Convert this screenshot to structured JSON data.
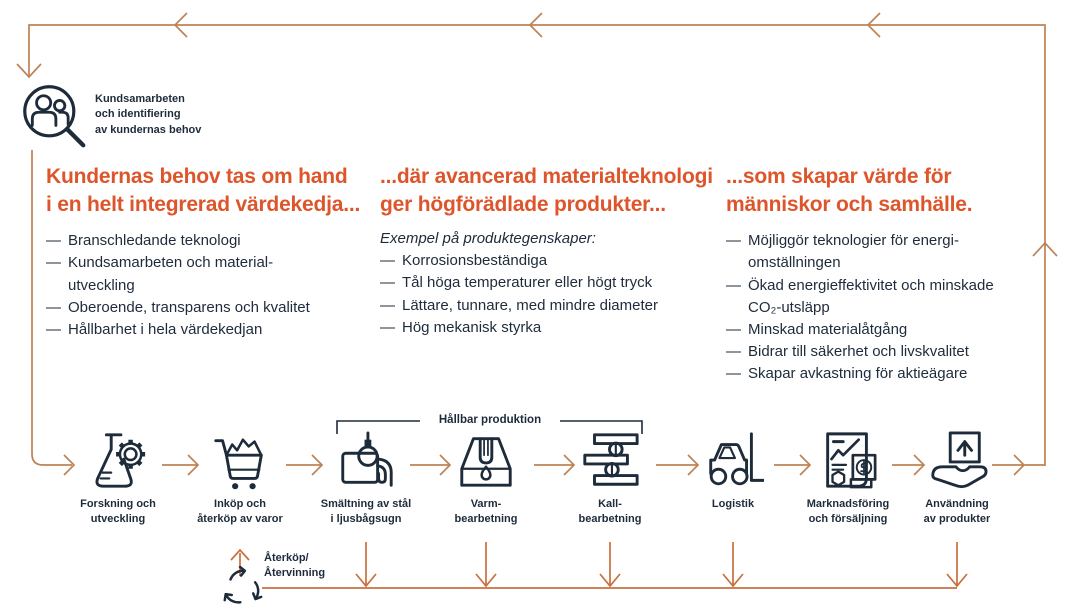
{
  "colors": {
    "navy": "#1E2B3A",
    "orange_heading": "#DE552B",
    "line_copper": "#BE8254",
    "line_orange": "#C96F3D",
    "background": "#FFFFFF"
  },
  "bullet_marker": "—",
  "customer_note": {
    "icon": "customer-collaboration-magnifier-icon",
    "label": "Kundsamarbeten\noch identifiering\nav kundernas behov"
  },
  "columns": [
    {
      "heading": "Kundernas behov tas om hand\ni en helt integrerad värdekedja...",
      "items": [
        "Branschledande teknologi",
        "Kundsamarbeten och material-\nutveckling",
        "Oberoende, transparens och kvalitet",
        "Hållbarhet i hela värdekedjan"
      ]
    },
    {
      "heading": "...där avancerad materialteknologi\nger högförädlade produkter...",
      "intro": "Exempel på produktegenskaper:",
      "items": [
        "Korrosionsbeständiga",
        "Tål höga temperaturer eller högt tryck",
        "Lättare, tunnare, med mindre diameter",
        "Hög mekanisk styrka"
      ]
    },
    {
      "heading": "...som skapar värde för\nmänniskor och samhälle.",
      "items": [
        "Möjliggör teknologier för energi-\nomställningen",
        "Ökad energieffektivitet och minskade\nCO₂-utsläpp",
        "Minskad materialåtgång",
        "Bidrar till säkerhet och livskvalitet",
        "Skapar avkastning för aktieägare"
      ]
    }
  ],
  "process": {
    "bracket_label": "Hållbar produktion",
    "recycle_label": "Återköp/\nÅtervinning",
    "steps": [
      {
        "label": "Forskning och\nutveckling",
        "icon": "flask-gear-icon"
      },
      {
        "label": "Inköp och\nåterköp av varor",
        "icon": "shopping-cart-icon"
      },
      {
        "label": "Smältning av stål\ni ljusbågsugn",
        "icon": "arc-furnace-icon"
      },
      {
        "label": "Varm-\nbearbetning",
        "icon": "hot-working-die-icon"
      },
      {
        "label": "Kall-\nbearbetning",
        "icon": "cold-rolling-icon"
      },
      {
        "label": "Logistik",
        "icon": "forklift-icon"
      },
      {
        "label": "Marknadsföring\noch försäljning",
        "icon": "sales-report-icon"
      },
      {
        "label": "Användning\nav produkter",
        "icon": "hand-product-icon"
      }
    ]
  }
}
